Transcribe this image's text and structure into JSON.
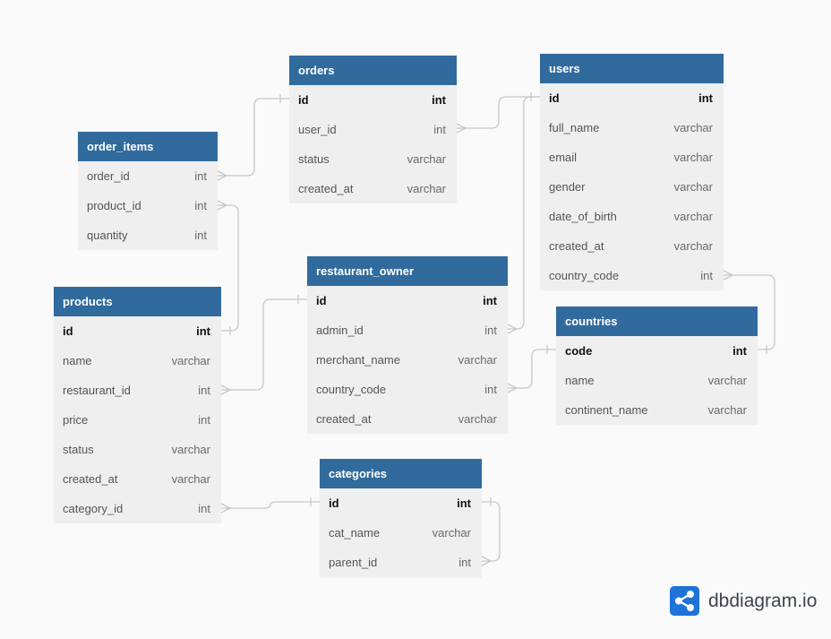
{
  "tables": {
    "orders": {
      "name": "orders",
      "columns": [
        {
          "name": "id",
          "type": "int"
        },
        {
          "name": "user_id",
          "type": "int"
        },
        {
          "name": "status",
          "type": "varchar"
        },
        {
          "name": "created_at",
          "type": "varchar"
        }
      ]
    },
    "users": {
      "name": "users",
      "columns": [
        {
          "name": "id",
          "type": "int"
        },
        {
          "name": "full_name",
          "type": "varchar"
        },
        {
          "name": "email",
          "type": "varchar"
        },
        {
          "name": "gender",
          "type": "varchar"
        },
        {
          "name": "date_of_birth",
          "type": "varchar"
        },
        {
          "name": "created_at",
          "type": "varchar"
        },
        {
          "name": "country_code",
          "type": "int"
        }
      ]
    },
    "order_items": {
      "name": "order_items",
      "columns": [
        {
          "name": "order_id",
          "type": "int"
        },
        {
          "name": "product_id",
          "type": "int"
        },
        {
          "name": "quantity",
          "type": "int"
        }
      ]
    },
    "products": {
      "name": "products",
      "columns": [
        {
          "name": "id",
          "type": "int"
        },
        {
          "name": "name",
          "type": "varchar"
        },
        {
          "name": "restaurant_id",
          "type": "int"
        },
        {
          "name": "price",
          "type": "int"
        },
        {
          "name": "status",
          "type": "varchar"
        },
        {
          "name": "created_at",
          "type": "varchar"
        },
        {
          "name": "category_id",
          "type": "int"
        }
      ]
    },
    "restaurant_owner": {
      "name": "restaurant_owner",
      "columns": [
        {
          "name": "id",
          "type": "int"
        },
        {
          "name": "admin_id",
          "type": "int"
        },
        {
          "name": "merchant_name",
          "type": "varchar"
        },
        {
          "name": "country_code",
          "type": "int"
        },
        {
          "name": "created_at",
          "type": "varchar"
        }
      ]
    },
    "countries": {
      "name": "countries",
      "columns": [
        {
          "name": "code",
          "type": "int"
        },
        {
          "name": "name",
          "type": "varchar"
        },
        {
          "name": "continent_name",
          "type": "varchar"
        }
      ]
    },
    "categories": {
      "name": "categories",
      "columns": [
        {
          "name": "id",
          "type": "int"
        },
        {
          "name": "cat_name",
          "type": "varchar"
        },
        {
          "name": "parent_id",
          "type": "int"
        }
      ]
    }
  },
  "relations": [
    {
      "from": "order_items.order_id",
      "to": "orders.id"
    },
    {
      "from": "order_items.product_id",
      "to": "products.id"
    },
    {
      "from": "orders.user_id",
      "to": "users.id"
    },
    {
      "from": "restaurant_owner.admin_id",
      "to": "users.id"
    },
    {
      "from": "products.restaurant_id",
      "to": "restaurant_owner.id"
    },
    {
      "from": "restaurant_owner.country_code",
      "to": "countries.code"
    },
    {
      "from": "users.country_code",
      "to": "countries.code"
    },
    {
      "from": "products.category_id",
      "to": "categories.id"
    },
    {
      "from": "categories.parent_id",
      "to": "categories.id"
    }
  ],
  "brand": {
    "name": "dbdiagram.io",
    "icon": "share-nodes-icon",
    "logo_color": "#1e73d8"
  },
  "colors": {
    "header": "#316b9d",
    "header_text": "#ffffff",
    "body": "#efefef",
    "line": "#c8c8c8"
  }
}
